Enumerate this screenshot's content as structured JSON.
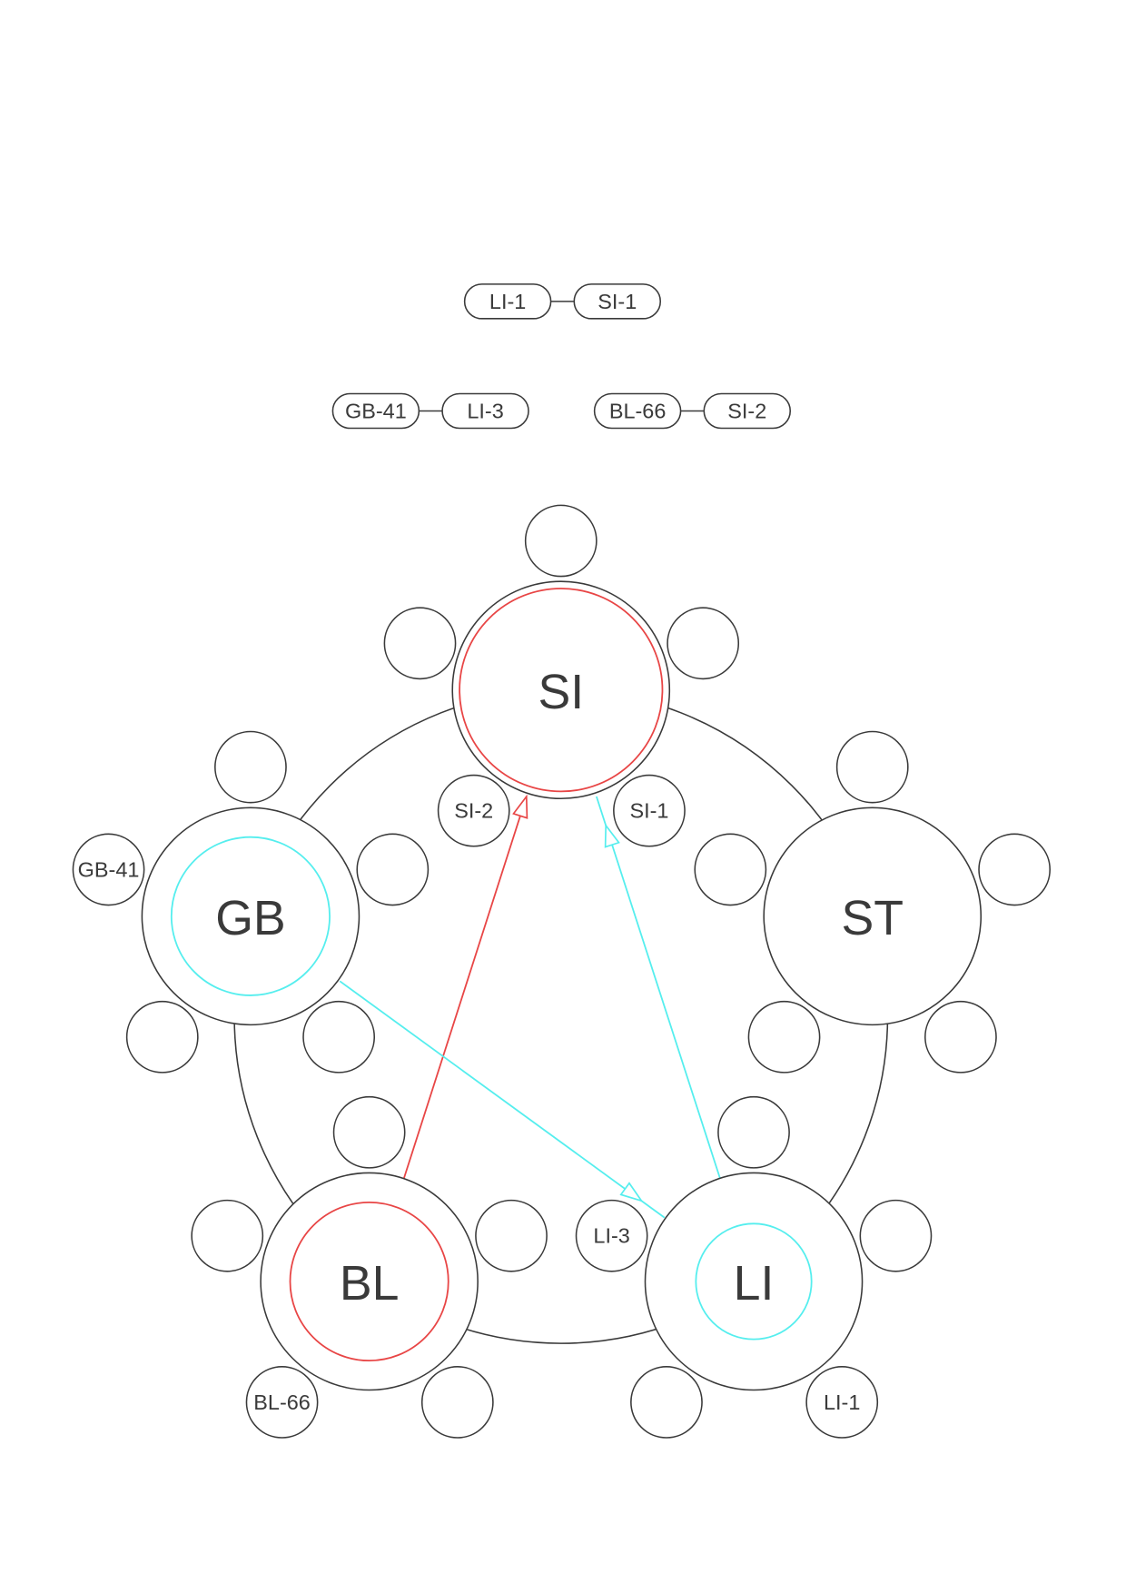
{
  "colors": {
    "outline": "#3a3a3a",
    "red": "#e84545",
    "cyan": "#55eeee"
  },
  "legend_pairs": [
    {
      "a": "LI-1",
      "b": "SI-1"
    },
    {
      "a": "GB-41",
      "b": "LI-3"
    },
    {
      "a": "BL-66",
      "b": "SI-2"
    }
  ],
  "nodes": [
    {
      "id": "SI",
      "label": "SI",
      "ring": "red",
      "satellites": [
        "",
        "",
        "",
        "SI-2",
        "SI-1"
      ]
    },
    {
      "id": "GB",
      "label": "GB",
      "ring": "cyan",
      "satellites": [
        "",
        "GB-41",
        "",
        "",
        ""
      ]
    },
    {
      "id": "ST",
      "label": "ST",
      "ring": null,
      "satellites": [
        "",
        "",
        "",
        "",
        ""
      ]
    },
    {
      "id": "BL",
      "label": "BL",
      "ring": "red",
      "satellites": [
        "",
        "",
        "",
        "BL-66",
        ""
      ]
    },
    {
      "id": "LI",
      "label": "LI",
      "ring": "cyan",
      "satellites": [
        "",
        "LI-3",
        "",
        "",
        "LI-1"
      ]
    }
  ],
  "edges": [
    {
      "from": "BL",
      "to": "SI",
      "color": "red"
    },
    {
      "from": "LI",
      "to": "SI",
      "color": "cyan"
    },
    {
      "from": "GB",
      "to": "LI",
      "color": "cyan"
    }
  ]
}
